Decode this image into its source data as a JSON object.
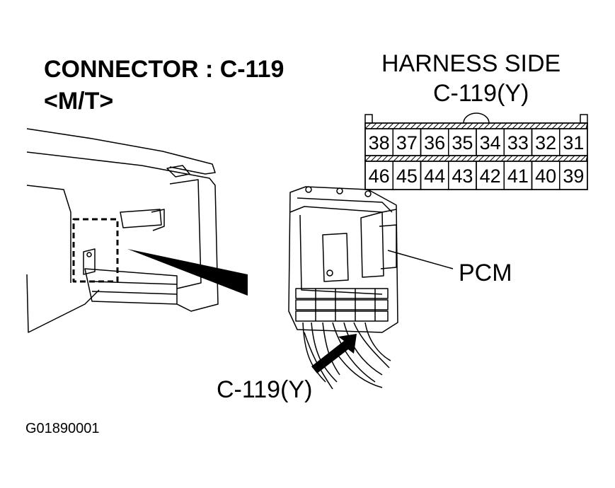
{
  "title_line1": "CONNECTOR : C-119",
  "title_line2": "<M/T>",
  "harness_side": "HARNESS SIDE",
  "harness_connector": "C-119(Y)",
  "pcm_label": "PCM",
  "connector_pointer_label": "C-119(Y)",
  "figure_code": "G01890001",
  "pins_top_row": [
    "38",
    "37",
    "36",
    "35",
    "34",
    "33",
    "32",
    "31"
  ],
  "pins_bottom_row": [
    "46",
    "45",
    "44",
    "43",
    "42",
    "41",
    "40",
    "39"
  ]
}
